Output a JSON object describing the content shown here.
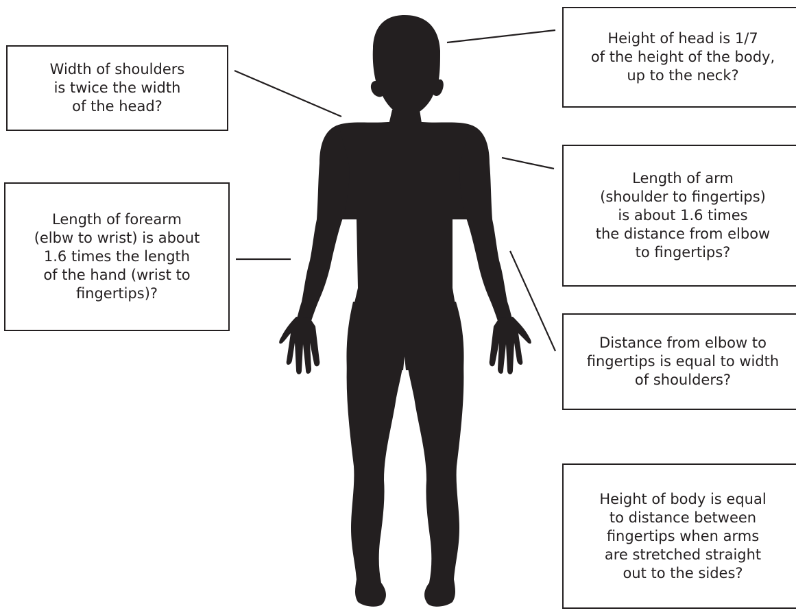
{
  "colors": {
    "silhouette": "#231f20",
    "box_border": "#231f20",
    "text": "#231f20",
    "background": "#ffffff"
  },
  "callouts": {
    "shoulders": "Width of shoulders\nis twice the width\nof the head?",
    "forearm": "Length of forearm\n(elbw to wrist) is about\n1.6 times the length\nof the hand (wrist to\nfingertips)?",
    "head": "Height of head is 1/7\nof the height of the body,\nup to the neck?",
    "arm": "Length of arm\n(shoulder to fingertips)\nis about 1.6 times\nthe distance from elbow\nto fingertips?",
    "elbow": "Distance from elbow to\nfingertips is equal to width\nof shoulders?",
    "body": "Height of body is equal\nto distance between\nfingertips when arms\nare stretched straight\nout to the sides?"
  }
}
